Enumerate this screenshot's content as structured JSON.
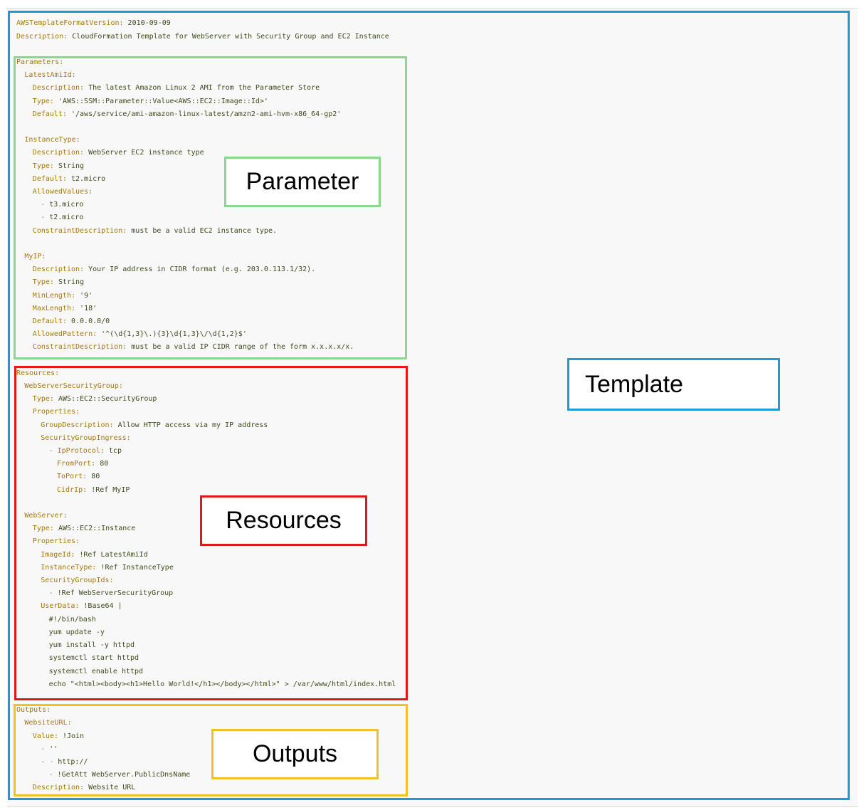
{
  "colors": {
    "template": "#1e9ad6",
    "parameter": "#8ad98a",
    "resources": "#e01818",
    "outputs": "#f2c027",
    "yaml_key": "#a5780a",
    "yaml_value": "#3d4a1c"
  },
  "labels": {
    "parameter": "Parameter",
    "resources": "Resources",
    "outputs": "Outputs",
    "template": "Template"
  },
  "code": [
    {
      "indent": 0,
      "prefix": "",
      "key": "AWSTemplateFormatVersion:",
      "value": "2010-09-09"
    },
    {
      "indent": 0,
      "prefix": "",
      "key": "Description:",
      "value": "CloudFormation Template for WebServer with Security Group and EC2 Instance"
    },
    {
      "indent": 0,
      "prefix": "",
      "key": "Parameters:",
      "value": ""
    },
    {
      "indent": 1,
      "prefix": "",
      "key": "LatestAmiId:",
      "value": ""
    },
    {
      "indent": 2,
      "prefix": "",
      "key": "Description:",
      "value": "The latest Amazon Linux 2 AMI from the Parameter Store"
    },
    {
      "indent": 2,
      "prefix": "",
      "key": "Type:",
      "value": "'AWS::SSM::Parameter::Value<AWS::EC2::Image::Id>'"
    },
    {
      "indent": 2,
      "prefix": "",
      "key": "Default:",
      "value": "'/aws/service/ami-amazon-linux-latest/amzn2-ami-hvm-x86_64-gp2'"
    },
    {
      "indent": 1,
      "prefix": "",
      "key": "InstanceType:",
      "value": ""
    },
    {
      "indent": 2,
      "prefix": "",
      "key": "Description:",
      "value": "WebServer EC2 instance type"
    },
    {
      "indent": 2,
      "prefix": "",
      "key": "Type:",
      "value": "String"
    },
    {
      "indent": 2,
      "prefix": "",
      "key": "Default:",
      "value": "t2.micro"
    },
    {
      "indent": 2,
      "prefix": "",
      "key": "AllowedValues:",
      "value": ""
    },
    {
      "indent": 3,
      "prefix": "- ",
      "key": "",
      "value": "t3.micro"
    },
    {
      "indent": 3,
      "prefix": "- ",
      "key": "",
      "value": "t2.micro"
    },
    {
      "indent": 2,
      "prefix": "",
      "key": "ConstraintDescription:",
      "value": "must be a valid EC2 instance type."
    },
    {
      "indent": 1,
      "prefix": "",
      "key": "MyIP:",
      "value": ""
    },
    {
      "indent": 2,
      "prefix": "",
      "key": "Description:",
      "value": "Your IP address in CIDR format (e.g. 203.0.113.1/32)."
    },
    {
      "indent": 2,
      "prefix": "",
      "key": "Type:",
      "value": "String"
    },
    {
      "indent": 2,
      "prefix": "",
      "key": "MinLength:",
      "value": "'9'"
    },
    {
      "indent": 2,
      "prefix": "",
      "key": "MaxLength:",
      "value": "'18'"
    },
    {
      "indent": 2,
      "prefix": "",
      "key": "Default:",
      "value": "0.0.0.0/0"
    },
    {
      "indent": 2,
      "prefix": "",
      "key": "AllowedPattern:",
      "value": "'^(\\d{1,3}\\.){3}\\d{1,3}\\/\\d{1,2}$'"
    },
    {
      "indent": 2,
      "prefix": "",
      "key": "ConstraintDescription:",
      "value": "must be a valid IP CIDR range of the form x.x.x.x/x."
    },
    {
      "indent": 0,
      "prefix": "",
      "key": "Resources:",
      "value": ""
    },
    {
      "indent": 1,
      "prefix": "",
      "key": "WebServerSecurityGroup:",
      "value": ""
    },
    {
      "indent": 2,
      "prefix": "",
      "key": "Type:",
      "value": "AWS::EC2::SecurityGroup"
    },
    {
      "indent": 2,
      "prefix": "",
      "key": "Properties:",
      "value": ""
    },
    {
      "indent": 3,
      "prefix": "",
      "key": "GroupDescription:",
      "value": "Allow HTTP access via my IP address"
    },
    {
      "indent": 3,
      "prefix": "",
      "key": "SecurityGroupIngress:",
      "value": ""
    },
    {
      "indent": 4,
      "prefix": "- ",
      "key": "IpProtocol:",
      "value": "tcp"
    },
    {
      "indent": 5,
      "prefix": "",
      "key": "FromPort:",
      "value": "80"
    },
    {
      "indent": 5,
      "prefix": "",
      "key": "ToPort:",
      "value": "80"
    },
    {
      "indent": 5,
      "prefix": "",
      "key": "CidrIp:",
      "value": "!Ref MyIP"
    },
    {
      "indent": 1,
      "prefix": "",
      "key": "WebServer:",
      "value": ""
    },
    {
      "indent": 2,
      "prefix": "",
      "key": "Type:",
      "value": "AWS::EC2::Instance"
    },
    {
      "indent": 2,
      "prefix": "",
      "key": "Properties:",
      "value": ""
    },
    {
      "indent": 3,
      "prefix": "",
      "key": "ImageId:",
      "value": "!Ref LatestAmiId"
    },
    {
      "indent": 3,
      "prefix": "",
      "key": "InstanceType:",
      "value": "!Ref InstanceType"
    },
    {
      "indent": 3,
      "prefix": "",
      "key": "SecurityGroupIds:",
      "value": ""
    },
    {
      "indent": 4,
      "prefix": "- ",
      "key": "",
      "value": "!Ref WebServerSecurityGroup"
    },
    {
      "indent": 3,
      "prefix": "",
      "key": "UserData:",
      "value": "!Base64 |"
    },
    {
      "indent": 4,
      "prefix": "",
      "key": "",
      "value": "#!/bin/bash"
    },
    {
      "indent": 4,
      "prefix": "",
      "key": "",
      "value": "yum update -y"
    },
    {
      "indent": 4,
      "prefix": "",
      "key": "",
      "value": "yum install -y httpd"
    },
    {
      "indent": 4,
      "prefix": "",
      "key": "",
      "value": "systemctl start httpd"
    },
    {
      "indent": 4,
      "prefix": "",
      "key": "",
      "value": "systemctl enable httpd"
    },
    {
      "indent": 4,
      "prefix": "",
      "key": "",
      "value": "echo \"<html><body><h1>Hello World!</h1></body></html>\" > /var/www/html/index.html"
    },
    {
      "indent": 0,
      "prefix": "",
      "key": "Outputs:",
      "value": ""
    },
    {
      "indent": 1,
      "prefix": "",
      "key": "WebsiteURL:",
      "value": ""
    },
    {
      "indent": 2,
      "prefix": "",
      "key": "Value:",
      "value": "!Join"
    },
    {
      "indent": 3,
      "prefix": "- ",
      "key": "",
      "value": "''"
    },
    {
      "indent": 3,
      "prefix": "- - ",
      "key": "",
      "value": "http://"
    },
    {
      "indent": 4,
      "prefix": "- ",
      "key": "",
      "value": "!GetAtt WebServer.PublicDnsName"
    },
    {
      "indent": 2,
      "prefix": "",
      "key": "Description:",
      "value": "Website URL"
    }
  ]
}
